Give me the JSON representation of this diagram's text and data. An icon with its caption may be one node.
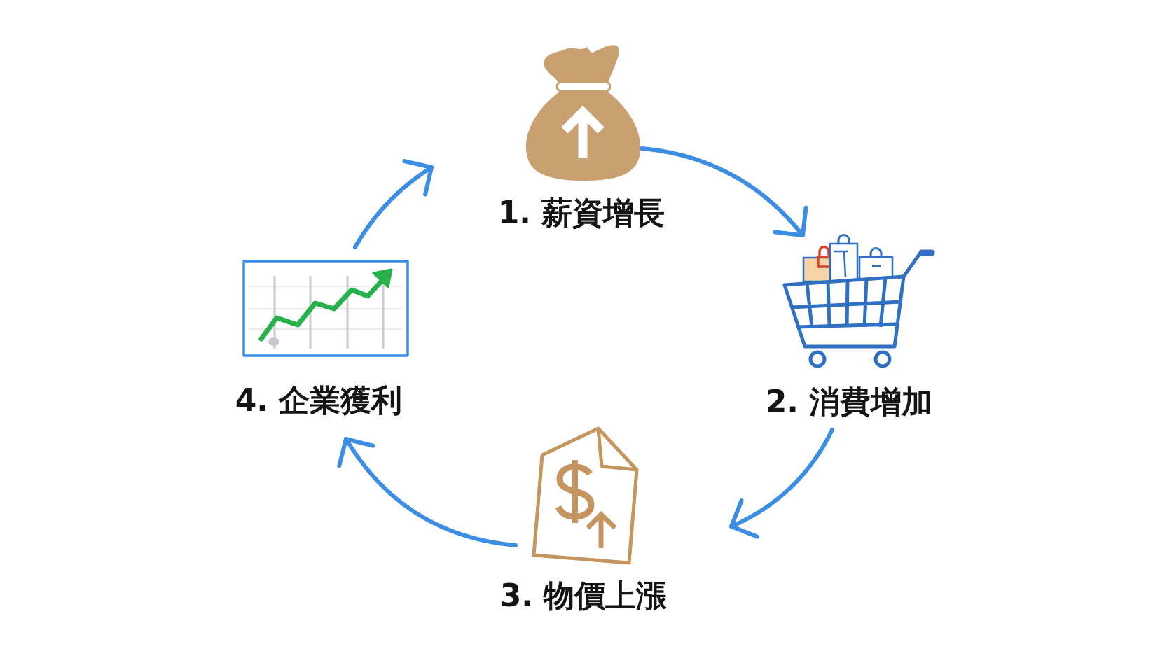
{
  "diagram": {
    "nodes": [
      {
        "text": [
          "1. 薪資增長"
        ]
      },
      {
        "text": [
          "2. 消費增加"
        ]
      },
      {
        "text": [
          "3. 物價上漲"
        ]
      },
      {
        "text": [
          "4. 企業獲利"
        ]
      }
    ],
    "edges": [
      {
        "from": 0,
        "to": 1,
        "arrow": "to"
      },
      {
        "from": 1,
        "to": 2,
        "arrow": "to"
      },
      {
        "from": 2,
        "to": 3,
        "arrow": "to"
      },
      {
        "from": 3,
        "to": 0,
        "arrow": "to"
      }
    ]
  }
}
